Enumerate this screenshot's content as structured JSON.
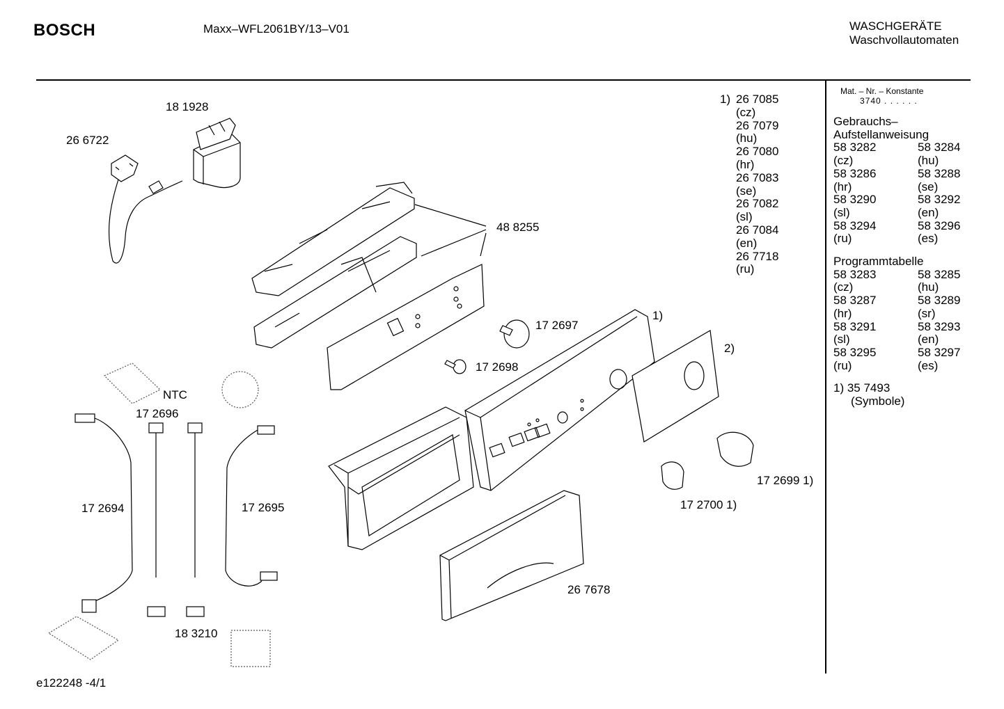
{
  "header": {
    "brand": "BOSCH",
    "model": "Maxx–WFL2061BY/13–V01",
    "category_line1": "WASCHGERÄTE",
    "category_line2": "Waschvollautomaten"
  },
  "parts": {
    "p181928": "18 1928",
    "p266722": "26 6722",
    "p488255": "48 8255",
    "p172697": "17 2697",
    "p172698": "17 2698",
    "ntc": "NTC",
    "p172696": "17 2696",
    "p172694": "17 2694",
    "p172695": "17 2695",
    "p183210": "18 3210",
    "p267678": "26 7678",
    "p172699": "17 2699 1)",
    "p172700": "17 2700 1)",
    "note1": "1)",
    "note2": "2)"
  },
  "notes": {
    "marker": "1)",
    "items": [
      "26 7085",
      "(cz)",
      "26 7079",
      "(hu)",
      "26 7080",
      "(hr)",
      "26 7083",
      "(se)",
      "26 7082",
      "(sl)",
      "26 7084",
      "(en)",
      "26 7718",
      "(ru)"
    ]
  },
  "sidebar": {
    "mat_label": "Mat. – Nr. – Konstante",
    "mat_value": "3740 . . . . . .",
    "gebrauchs_title1": "Gebrauchs–",
    "gebrauchs_title2": "Aufstellanweisung",
    "gebrauchs": [
      [
        "58 3282",
        "58 3284"
      ],
      [
        "(cz)",
        "(hu)"
      ],
      [
        "58 3286",
        "58 3288"
      ],
      [
        "(hr)",
        "(se)"
      ],
      [
        "58 3290",
        "58 3292"
      ],
      [
        "(sl)",
        "(en)"
      ],
      [
        "58 3294",
        "58 3296"
      ],
      [
        "(ru)",
        "(es)"
      ]
    ],
    "programm_title": "Programmtabelle",
    "programm": [
      [
        "58 3283",
        "58 3285"
      ],
      [
        "(cz)",
        "(hu)"
      ],
      [
        "58 3287",
        "58 3289"
      ],
      [
        "(hr)",
        "(sr)"
      ],
      [
        "58 3291",
        "58 3293"
      ],
      [
        "(sl)",
        "(en)"
      ],
      [
        "58 3295",
        "58 3297"
      ],
      [
        "(ru)",
        "(es)"
      ]
    ],
    "footnote1": "1) 35 7493",
    "footnote2": "(Symbole)"
  },
  "footer": {
    "reference": "e122248 -4/1"
  }
}
